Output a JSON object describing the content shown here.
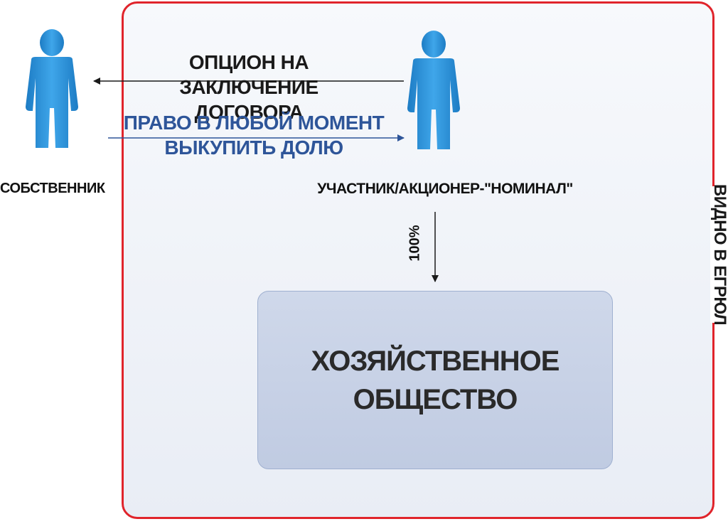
{
  "frame": {
    "label": "ВИДНО В ЕГРЮЛ",
    "border_color": "#e0242b"
  },
  "owner": {
    "label": "СОБСТВЕННИК",
    "icon": "person-icon"
  },
  "nominee": {
    "label": "УЧАСТНИК/АКЦИОНЕР-\"НОМИНАЛ\"",
    "icon": "person-icon"
  },
  "option_arrow": {
    "text": "ОПЦИОН НА ЗАКЛЮЧЕНИЕ\nДОГОВОРА",
    "color": "#1a1a1a"
  },
  "right_arrow": {
    "text": "ПРАВО В ЛЮБОЙ МОМЕНТ\nВЫКУПИТЬ ДОЛЮ",
    "color": "#2e5599"
  },
  "ownership": {
    "percent": "100%"
  },
  "company": {
    "label": "ХОЗЯЙСТВЕННОЕ\nОБЩЕСТВО",
    "fill": "#c8d2e6"
  },
  "colors": {
    "person": "#2a8fd6",
    "accent": "#e0242b"
  }
}
